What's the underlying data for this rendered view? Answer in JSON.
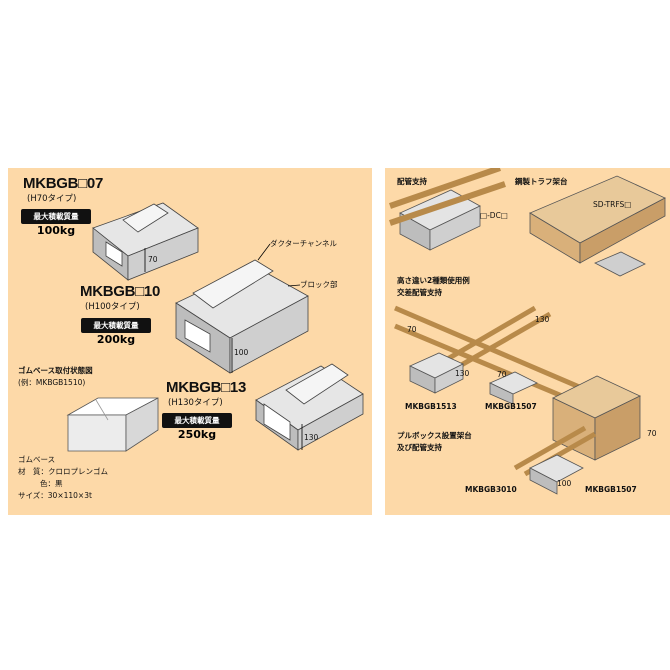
{
  "left": {
    "models": [
      {
        "name": "MKBGB□07",
        "type": "(H70タイプ)",
        "load_label": "最大積載質量",
        "load_value": "100kg",
        "height": "70"
      },
      {
        "name": "MKBGB□10",
        "type": "(H100タイプ)",
        "load_label": "最大積載質量",
        "load_value": "200kg",
        "height": "100"
      },
      {
        "name": "MKBGB□13",
        "type": "(H130タイプ)",
        "load_label": "最大積載質量",
        "load_value": "250kg",
        "height": "130"
      }
    ],
    "callouts": {
      "duct_channel": "ダクターチャンネル",
      "block": "ブロック部"
    },
    "rubber": {
      "title": "ゴムベース取付状態図",
      "example": "(例：MKBGB1510)",
      "spec_title": "ゴムベース",
      "material": "材　質：クロロプレンゴム",
      "color": "色：黒",
      "size": "サイズ：30×110×3t"
    }
  },
  "right": {
    "pipe_support": "配管支持",
    "steel_tray": "鋼製トラフ架台",
    "dc_label": "□-DC□",
    "sdtrfs": "SD-TRFS□",
    "cross_title1": "高さ違い2種類使用例",
    "cross_title2": "交差配管支持",
    "dims": {
      "d70a": "70",
      "d130a": "130",
      "d130b": "130",
      "d70b": "70",
      "d100": "100",
      "d70c": "70"
    },
    "model_1513": "MKBGB1513",
    "model_1507a": "MKBGB1507",
    "pullbox_title1": "プルボックス設置架台",
    "pullbox_title2": "及び配管支持",
    "model_3010": "MKBGB3010",
    "model_1507b": "MKBGB1507"
  }
}
